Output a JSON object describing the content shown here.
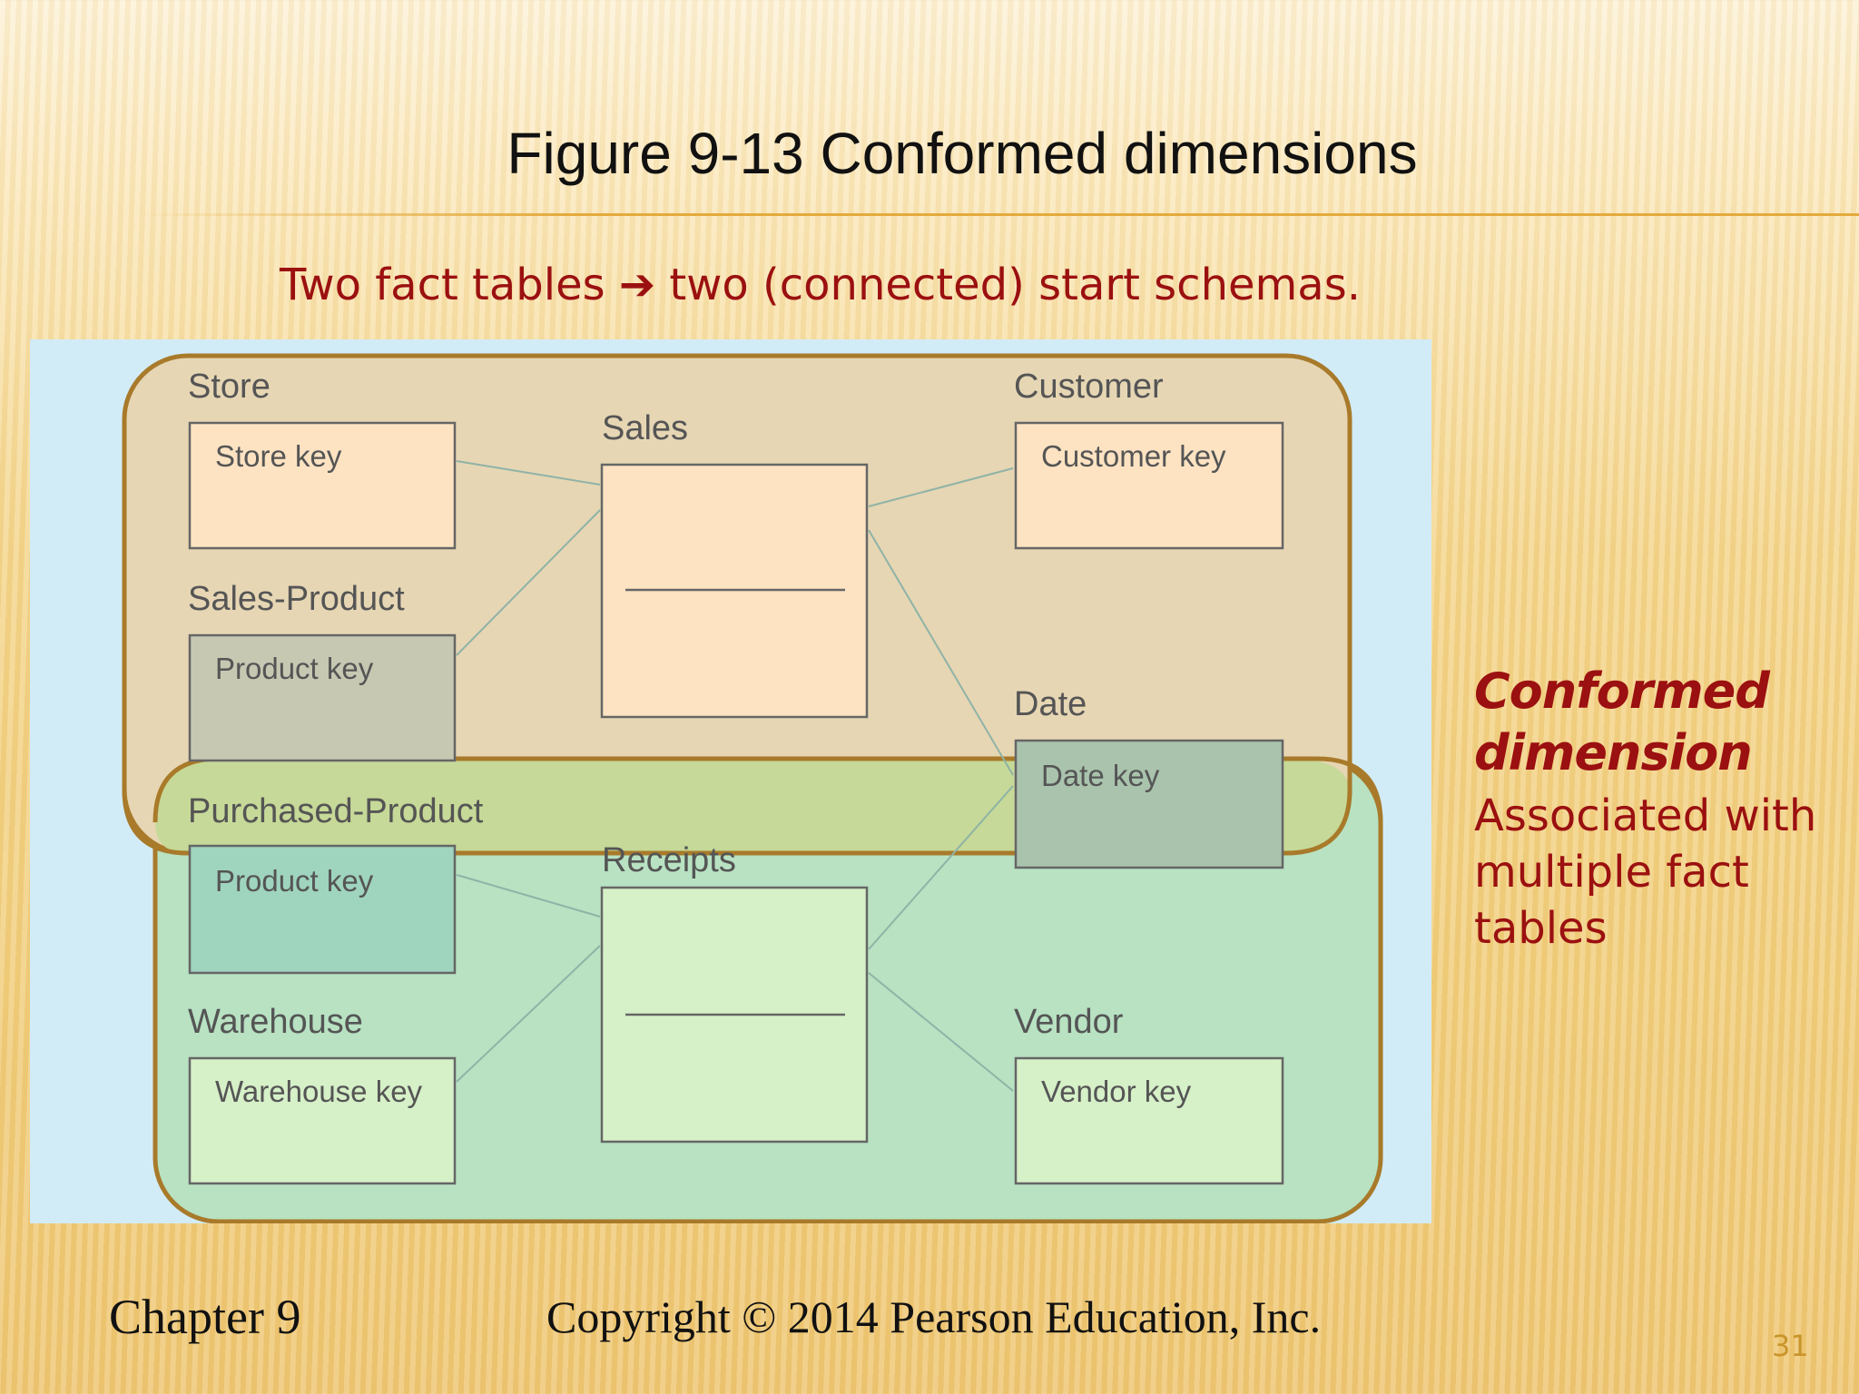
{
  "slide": {
    "title": "Figure 9-13  Conformed dimensions",
    "subtitle": "Two fact tables ➔ two (connected) start schemas.",
    "side_note": {
      "emphasis_line1": "Conformed",
      "emphasis_line2": "dimension",
      "description_lines": [
        "Associated with",
        "multiple fact",
        "tables"
      ]
    },
    "footer": {
      "chapter": "Chapter 9",
      "copyright": "Copyright © 2014 Pearson Education, Inc.",
      "page_number": "31"
    }
  },
  "diagram": {
    "tables": {
      "store": {
        "title": "Store",
        "key": "Store key"
      },
      "sales_product": {
        "title": "Sales-Product",
        "key": "Product key"
      },
      "sales": {
        "title": "Sales"
      },
      "customer": {
        "title": "Customer",
        "key": "Customer key"
      },
      "date": {
        "title": "Date",
        "key": "Date key"
      },
      "purchased_product": {
        "title": "Purchased-Product",
        "key": "Product key"
      },
      "receipts": {
        "title": "Receipts"
      },
      "warehouse": {
        "title": "Warehouse",
        "key": "Warehouse key"
      },
      "vendor": {
        "title": "Vendor",
        "key": "Vendor key"
      }
    }
  },
  "colors": {
    "accent_red": "#9b1010",
    "outline_brown": "#a87a2a",
    "diagram_background": "#d2ecf7",
    "sales_group_fill": "#e6d6b4",
    "receipts_group_fill": "#b8e2c2",
    "overlap_fill": "#c6d998"
  }
}
